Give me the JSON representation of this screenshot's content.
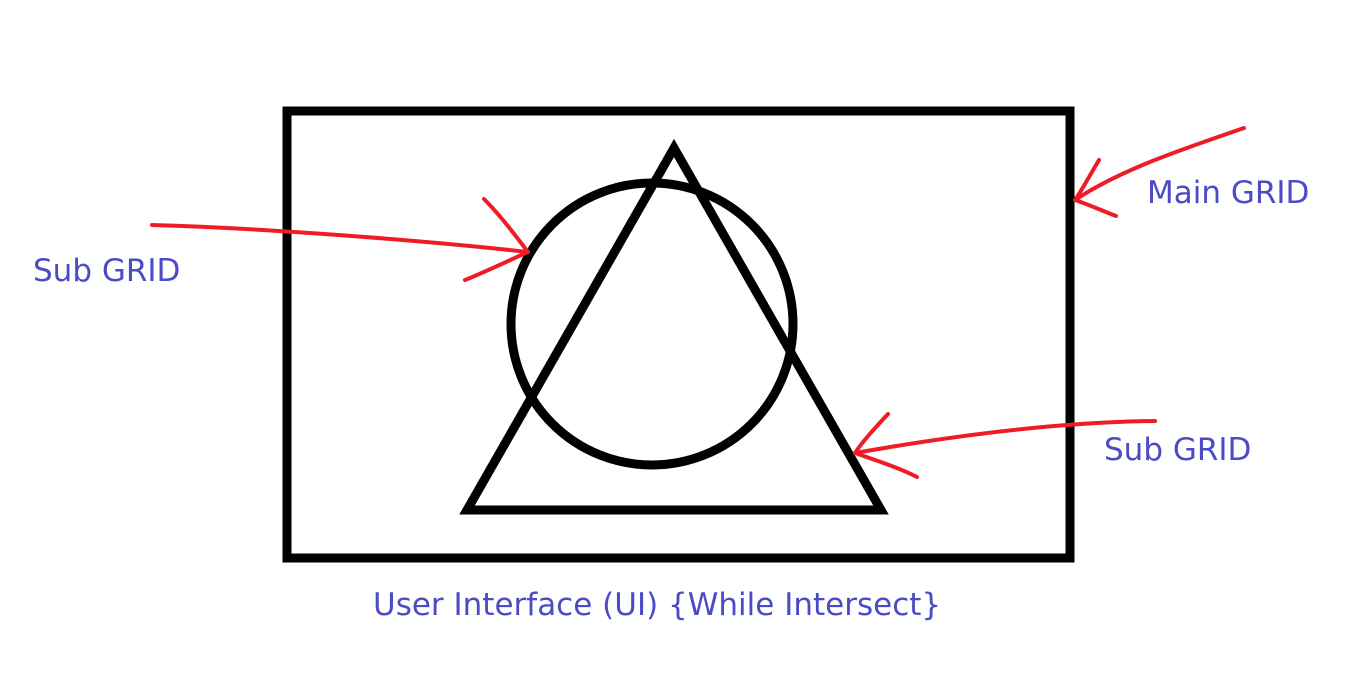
{
  "labels": {
    "main_grid": "Main GRID",
    "sub_grid_left": "Sub GRID",
    "sub_grid_right": "Sub GRID",
    "caption": "User Interface (UI) {While Intersect}"
  },
  "colors": {
    "shape_stroke": "#000000",
    "arrow": "#ee1c24",
    "text": "#4b4bc6",
    "background": "#ffffff"
  }
}
